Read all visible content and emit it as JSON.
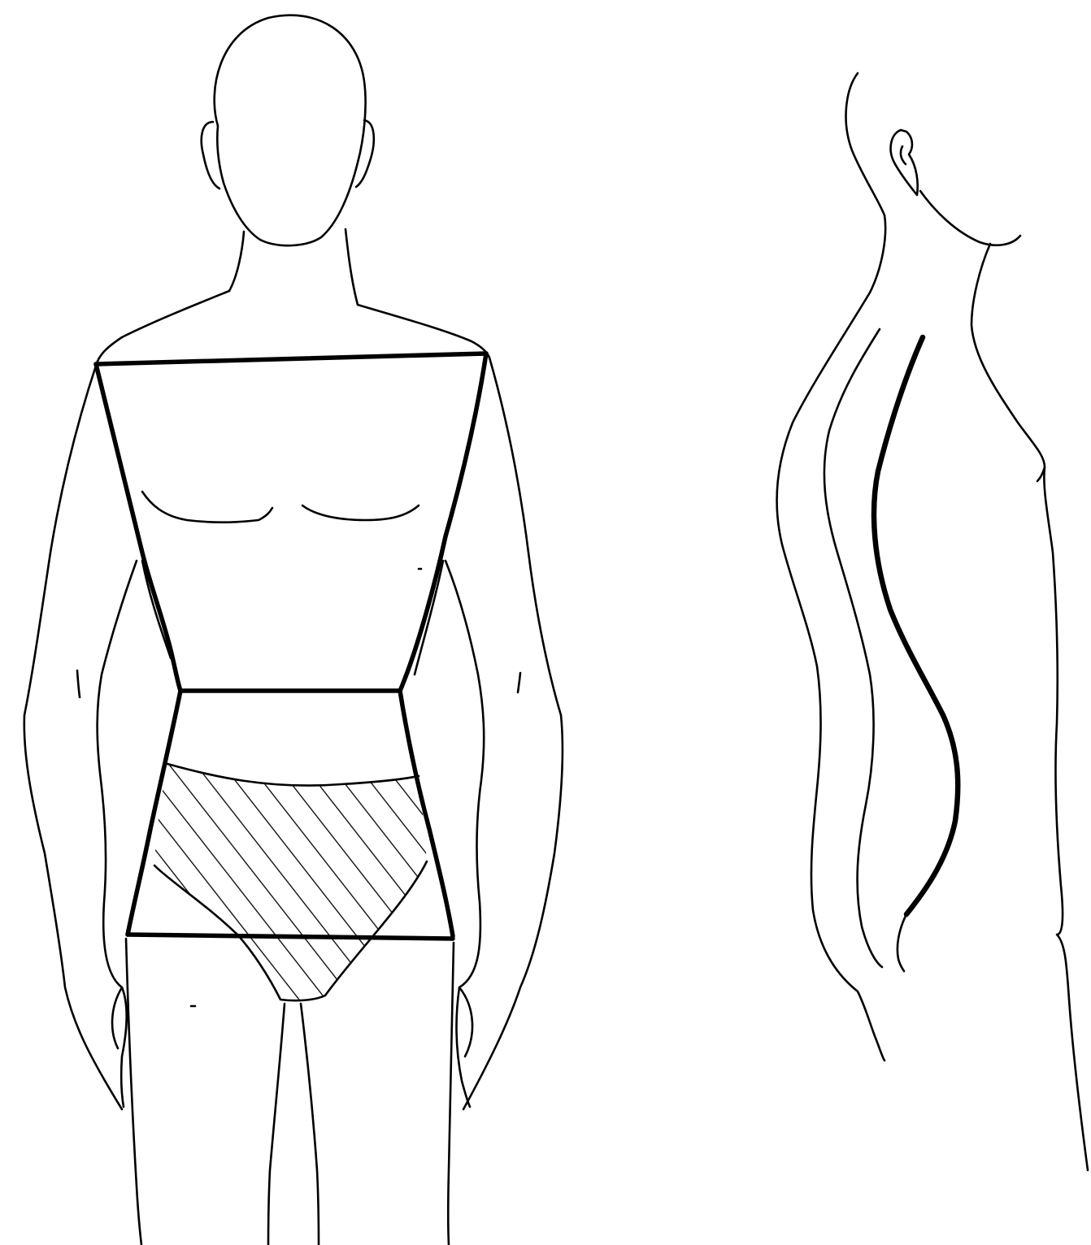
{
  "diagram": {
    "figures": [
      {
        "id": "front",
        "view": "front",
        "marked_lines": 3,
        "shaded_region": "hatched"
      },
      {
        "id": "side",
        "view": "side",
        "emphasized_curve": "spine"
      }
    ],
    "colors": {
      "ink": "#000000",
      "background": "#ffffff"
    }
  }
}
